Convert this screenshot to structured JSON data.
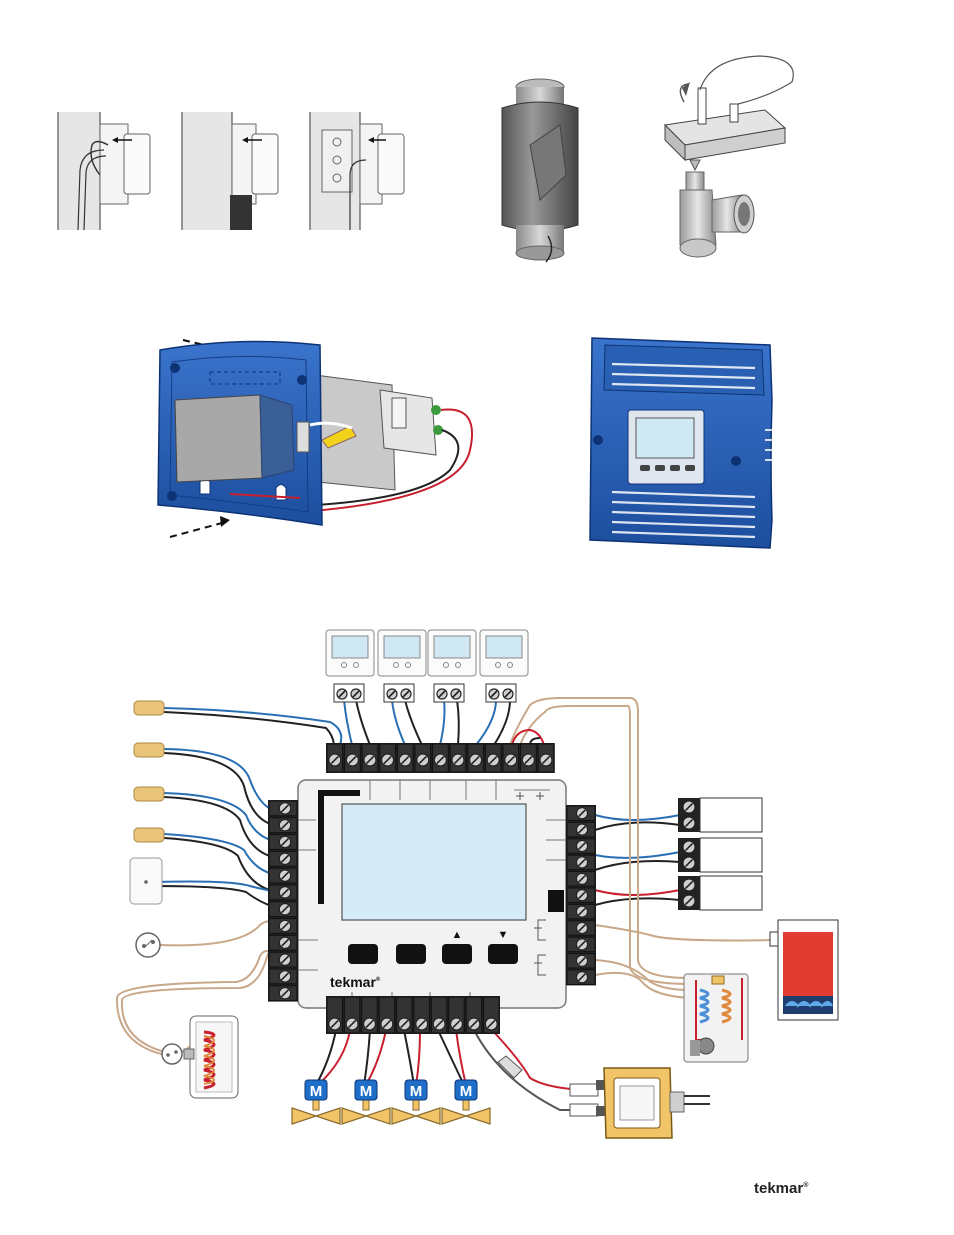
{
  "brand": {
    "logo_text": "tekmar",
    "registered_mark": "®",
    "footer_logo_text": "tekmar"
  },
  "controller": {
    "buttons": [
      {
        "name": "button-1",
        "symbol": ""
      },
      {
        "name": "button-2",
        "symbol": ""
      },
      {
        "name": "button-up",
        "symbol": "▲"
      },
      {
        "name": "button-down",
        "symbol": "▼"
      }
    ]
  },
  "valve_actuator_letter": "M",
  "valve_actuators": [
    "M",
    "M",
    "M",
    "M"
  ],
  "colors": {
    "tekmar_blue": "#2b62b8",
    "screen_blue": "#d5ecf8",
    "wire_blue": "#2a6fb3",
    "wire_red": "#c8202f",
    "boiler_red": "#e23b32",
    "valve_yellow": "#f2c468",
    "sensor_gold": "#e9c47a",
    "actuator_blue": "#1f6fc9"
  }
}
